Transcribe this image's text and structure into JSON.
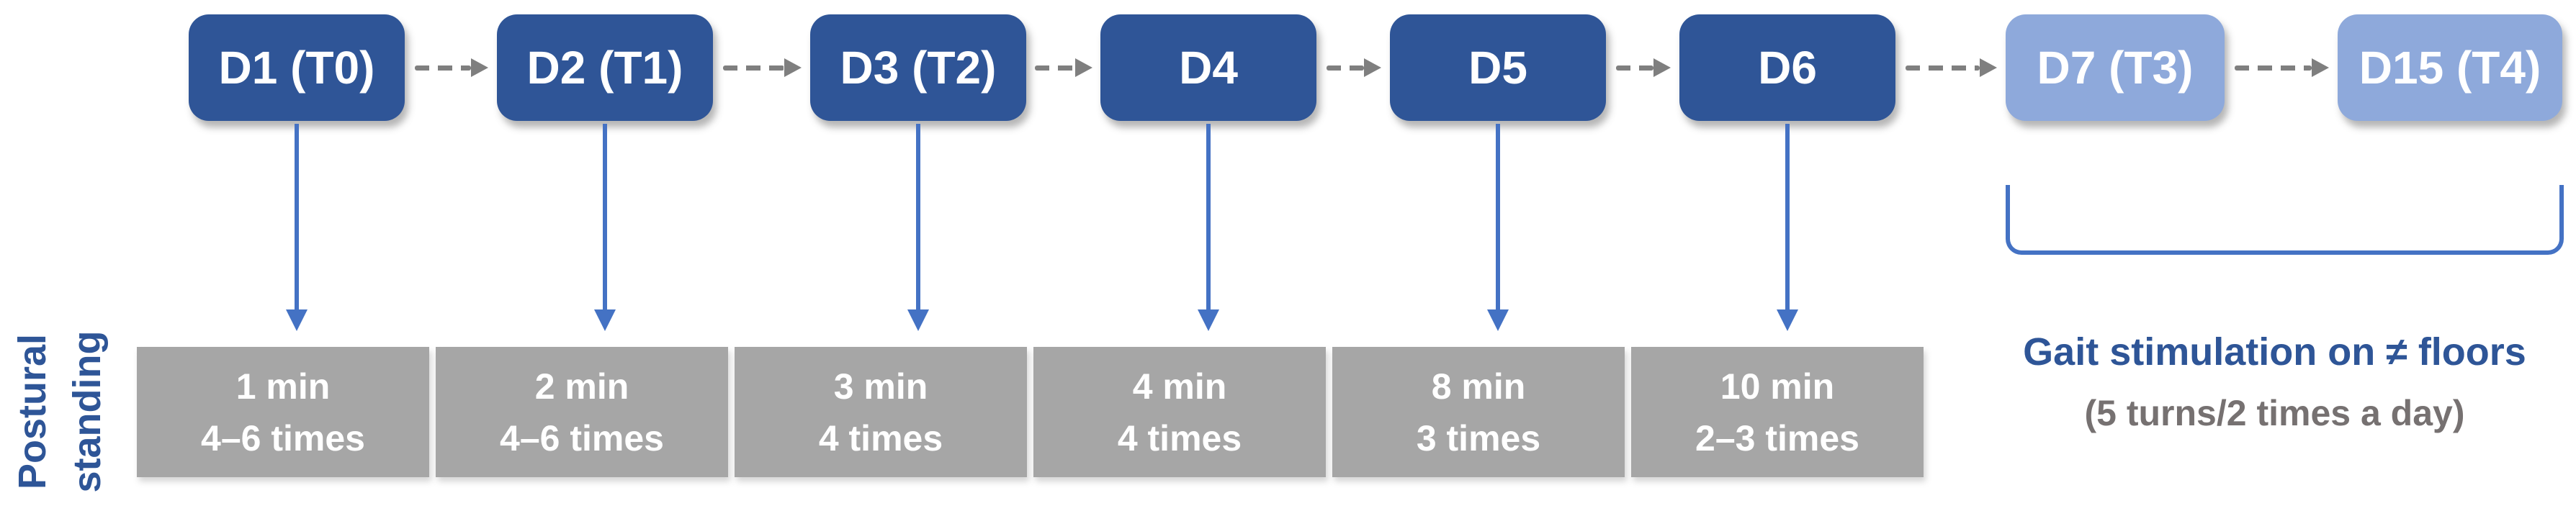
{
  "colors": {
    "box-dark": "#2F5597",
    "box-light": "#8EA9DB",
    "cell-gray": "#A6A6A6",
    "arrow-blue": "#4472C4",
    "text-blue": "#2E5597",
    "text-gray": "#767171",
    "dash-gray": "#7F7F7F"
  },
  "timeline": {
    "boxes": [
      {
        "label": "D1 (T0)",
        "variant": "dark"
      },
      {
        "label": "D2 (T1)",
        "variant": "dark"
      },
      {
        "label": "D3 (T2)",
        "variant": "dark"
      },
      {
        "label": "D4",
        "variant": "dark"
      },
      {
        "label": "D5",
        "variant": "dark"
      },
      {
        "label": "D6",
        "variant": "dark"
      },
      {
        "label": "D7 (T3)",
        "variant": "light"
      },
      {
        "label": "D15 (T4)",
        "variant": "light"
      }
    ]
  },
  "postural": {
    "axis_label": "Postural standing",
    "cells": [
      {
        "duration": "1 min",
        "frequency": "4–6 times"
      },
      {
        "duration": "2 min",
        "frequency": "4–6 times"
      },
      {
        "duration": "3 min",
        "frequency": "4 times"
      },
      {
        "duration": "4 min",
        "frequency": "4 times"
      },
      {
        "duration": "8 min",
        "frequency": "3 times"
      },
      {
        "duration": "10 min",
        "frequency": "2–3 times"
      }
    ]
  },
  "gait": {
    "title": "Gait stimulation on ≠ floors",
    "subtitle": "(5 turns/2 times a day)"
  }
}
